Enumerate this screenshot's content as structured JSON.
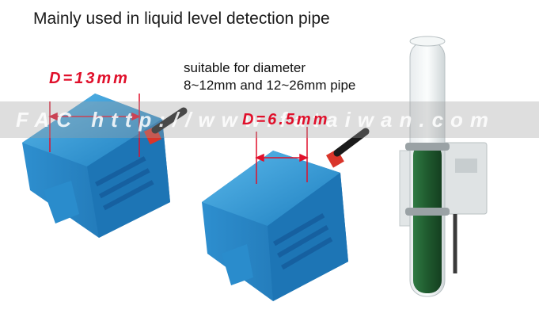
{
  "headline": "Mainly used in liquid level detection pipe",
  "suitability": {
    "line1": "suitable for diameter",
    "line2": "8~12mm and 12~26mm pipe"
  },
  "dimensions": {
    "large": "D=13mm",
    "small": "D=6.5mm"
  },
  "watermark": "FAC http://www.fataiwan.com",
  "colors": {
    "sensor_body": "#2f9bd6",
    "dimension_label": "#e0102b",
    "liquid": "#1f5a2e"
  }
}
